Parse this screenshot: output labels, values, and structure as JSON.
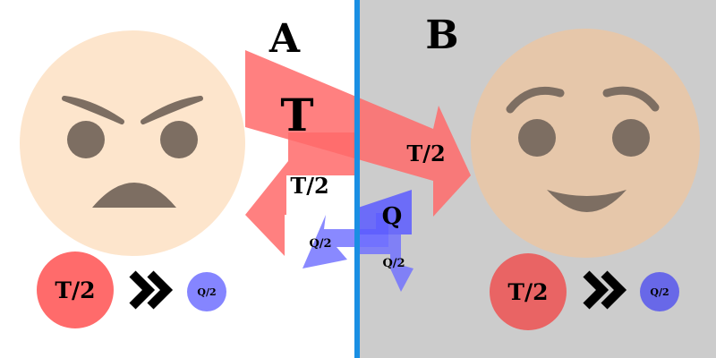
{
  "panels": {
    "left": {
      "label": "A",
      "background": "#ffffff"
    },
    "right": {
      "label": "B",
      "background": "#cccccc"
    },
    "divider_color": "#1a8fe3"
  },
  "faces": {
    "left": {
      "expression": "angry",
      "skin": "#fde5cc"
    },
    "right": {
      "expression": "happy",
      "skin": "#e6c7aa"
    }
  },
  "arrows": {
    "main_t": {
      "label": "T",
      "color": "#ff6a6a"
    },
    "to_b": {
      "label": "T/2",
      "color": "#ff5f5f"
    },
    "back_a": {
      "label": "T/2",
      "color": "#ff6e6e"
    },
    "q": {
      "label": "Q",
      "color": "#6666ff"
    },
    "q_left": {
      "label": "Q/2",
      "color": "#6f6fff"
    },
    "q_right": {
      "label": "Q/2",
      "color": "#6f6fff"
    }
  },
  "summary": {
    "left": {
      "t_label": "T/2",
      "q_label": "Q/2",
      "icon": "double-chevron-right-icon"
    },
    "right": {
      "t_label": "T/2",
      "q_label": "Q/2",
      "icon": "double-chevron-right-icon"
    }
  },
  "colors": {
    "eye": "#7d6e62",
    "brow": "#7d6e62",
    "mouth": "#7d6e62",
    "t_circle_left": "#ff6b6b",
    "t_circle_right": "#e96464",
    "q_circle_left": "#8585ff",
    "q_circle_right": "#6868e8"
  }
}
